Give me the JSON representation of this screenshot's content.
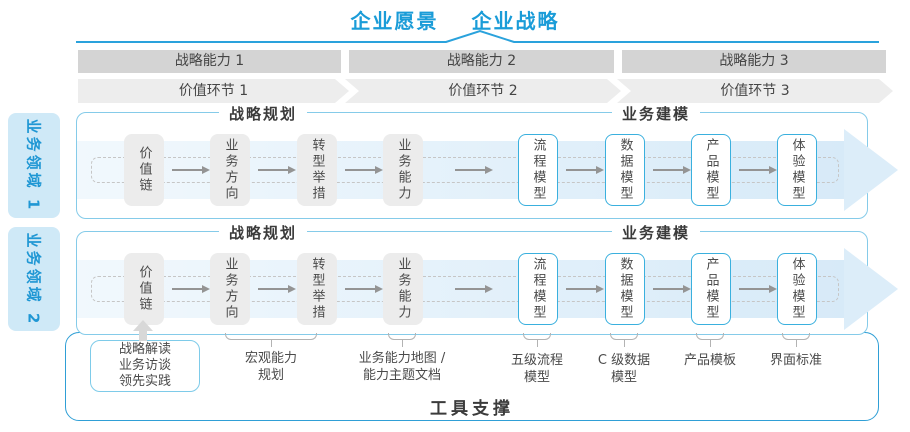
{
  "header": {
    "vision": "企业愿景",
    "strategy": "企业战略"
  },
  "strategy_capabilities": [
    "战略能力 1",
    "战略能力 2",
    "战略能力 3"
  ],
  "value_links": [
    "价值环节 1",
    "价值环节 2",
    "价值环节 3"
  ],
  "business_domains": [
    "业务领域 1",
    "业务领域 2"
  ],
  "row": {
    "planning_header": "战略规划",
    "modeling_header": "业务建模",
    "planning_boxes": [
      "价值链",
      "业务方向",
      "转型举措",
      "业务能力"
    ],
    "modeling_boxes": [
      "流程模型",
      "数据模型",
      "产品模型",
      "体验模型"
    ]
  },
  "annotations": {
    "practice_lines": [
      "战略解读",
      "业务访谈",
      "领先实践"
    ],
    "macro_capability": [
      "宏观能力",
      "规划"
    ],
    "capability_map": [
      "业务能力地图 /",
      "能力主题文档"
    ],
    "process_model": [
      "五级流程",
      "模型"
    ],
    "data_model": [
      "C 级数据",
      "模型"
    ],
    "product_template": "产品模板",
    "ui_standard": "界面标准"
  },
  "footer": {
    "label": "工具支撑"
  },
  "colors": {
    "accent_blue": "#1a9cd8",
    "band_dark_gray": "#d4d4d4",
    "band_light_gray": "#ededed",
    "gray_box_fill": "#ececec",
    "blue_box_border": "#3ab0de",
    "row_border": "#85cbe9",
    "outer_border": "#2f9fd6",
    "domain_fill": "#cfe9f7",
    "text_dark": "#454545"
  }
}
